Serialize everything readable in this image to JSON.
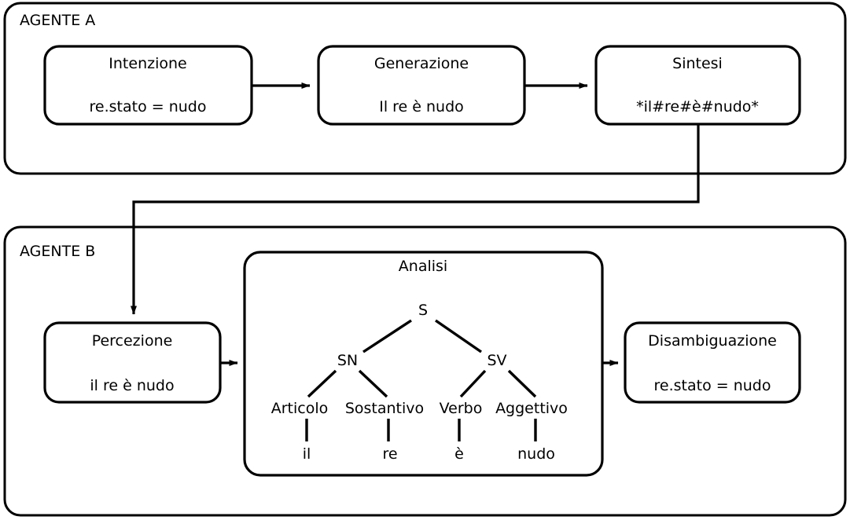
{
  "diagram": {
    "title_visible": false,
    "stroke_color": "#000000",
    "background_color": "#ffffff"
  },
  "agents": [
    {
      "id": "agente-a",
      "label": "AGENTE A",
      "nodes": [
        {
          "id": "intenzione",
          "title": "Intenzione",
          "value": "re.stato = nudo"
        },
        {
          "id": "generazione",
          "title": "Generazione",
          "value": "Il re è nudo"
        },
        {
          "id": "sintesi",
          "title": "Sintesi",
          "value": "*il#re#è#nudo*"
        }
      ]
    },
    {
      "id": "agente-b",
      "label": "AGENTE B",
      "nodes": [
        {
          "id": "percezione",
          "title": "Percezione",
          "value": "il re è nudo"
        },
        {
          "id": "disambiguazione",
          "title": "Disambiguazione",
          "value": "re.stato = nudo"
        }
      ]
    }
  ],
  "analysis": {
    "title": "Analisi",
    "tree": {
      "root": "S",
      "phrases": [
        {
          "id": "sn",
          "label": "SN"
        },
        {
          "id": "sv",
          "label": "SV"
        }
      ],
      "categories": [
        {
          "id": "articolo",
          "label": "Articolo"
        },
        {
          "id": "sostantivo",
          "label": "Sostantivo"
        },
        {
          "id": "verbo",
          "label": "Verbo"
        },
        {
          "id": "aggettivo",
          "label": "Aggettivo"
        }
      ],
      "leaves": [
        {
          "id": "leaf-il",
          "label": "il"
        },
        {
          "id": "leaf-re",
          "label": "re"
        },
        {
          "id": "leaf-e",
          "label": "è"
        },
        {
          "id": "leaf-nudo",
          "label": "nudo"
        }
      ]
    }
  },
  "connectors": [
    {
      "id": "intenzione-to-generazione",
      "from": "intenzione",
      "to": "generazione"
    },
    {
      "id": "generazione-to-sintesi",
      "from": "generazione",
      "to": "sintesi"
    },
    {
      "id": "sintesi-to-percezione",
      "from": "sintesi",
      "to": "percezione"
    },
    {
      "id": "percezione-to-analisi",
      "from": "percezione",
      "to": "analisi"
    },
    {
      "id": "analisi-to-disambiguazione",
      "from": "analisi",
      "to": "disambiguazione"
    }
  ]
}
